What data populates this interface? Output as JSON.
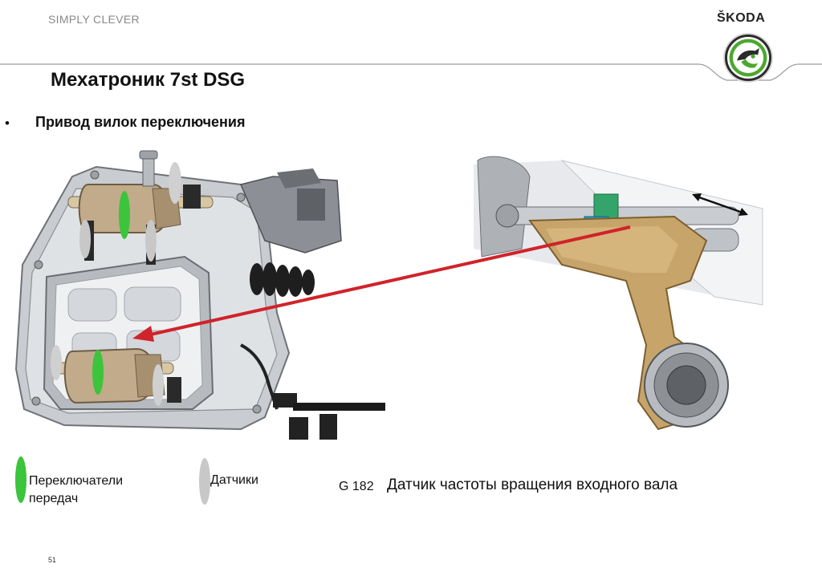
{
  "header": {
    "tagline": "SIMPLY CLEVER",
    "brand": "ŠKODA",
    "logo_icon": "skoda-winged-arrow-icon",
    "accent_color": "#4ba82e"
  },
  "slide": {
    "title": "Мехатроник 7st DSG",
    "bullet": "Привод вилок переключения"
  },
  "legend": {
    "gear_actuators": {
      "label": "Переключатели передач",
      "color": "#3cc43c"
    },
    "sensors": {
      "label": "Датчики",
      "color": "#c8c8c8"
    }
  },
  "sensor": {
    "code": "G 182",
    "description": "Датчик частоты вращения входного вала"
  },
  "arrow_color": "#d0232a",
  "page_number": "51"
}
